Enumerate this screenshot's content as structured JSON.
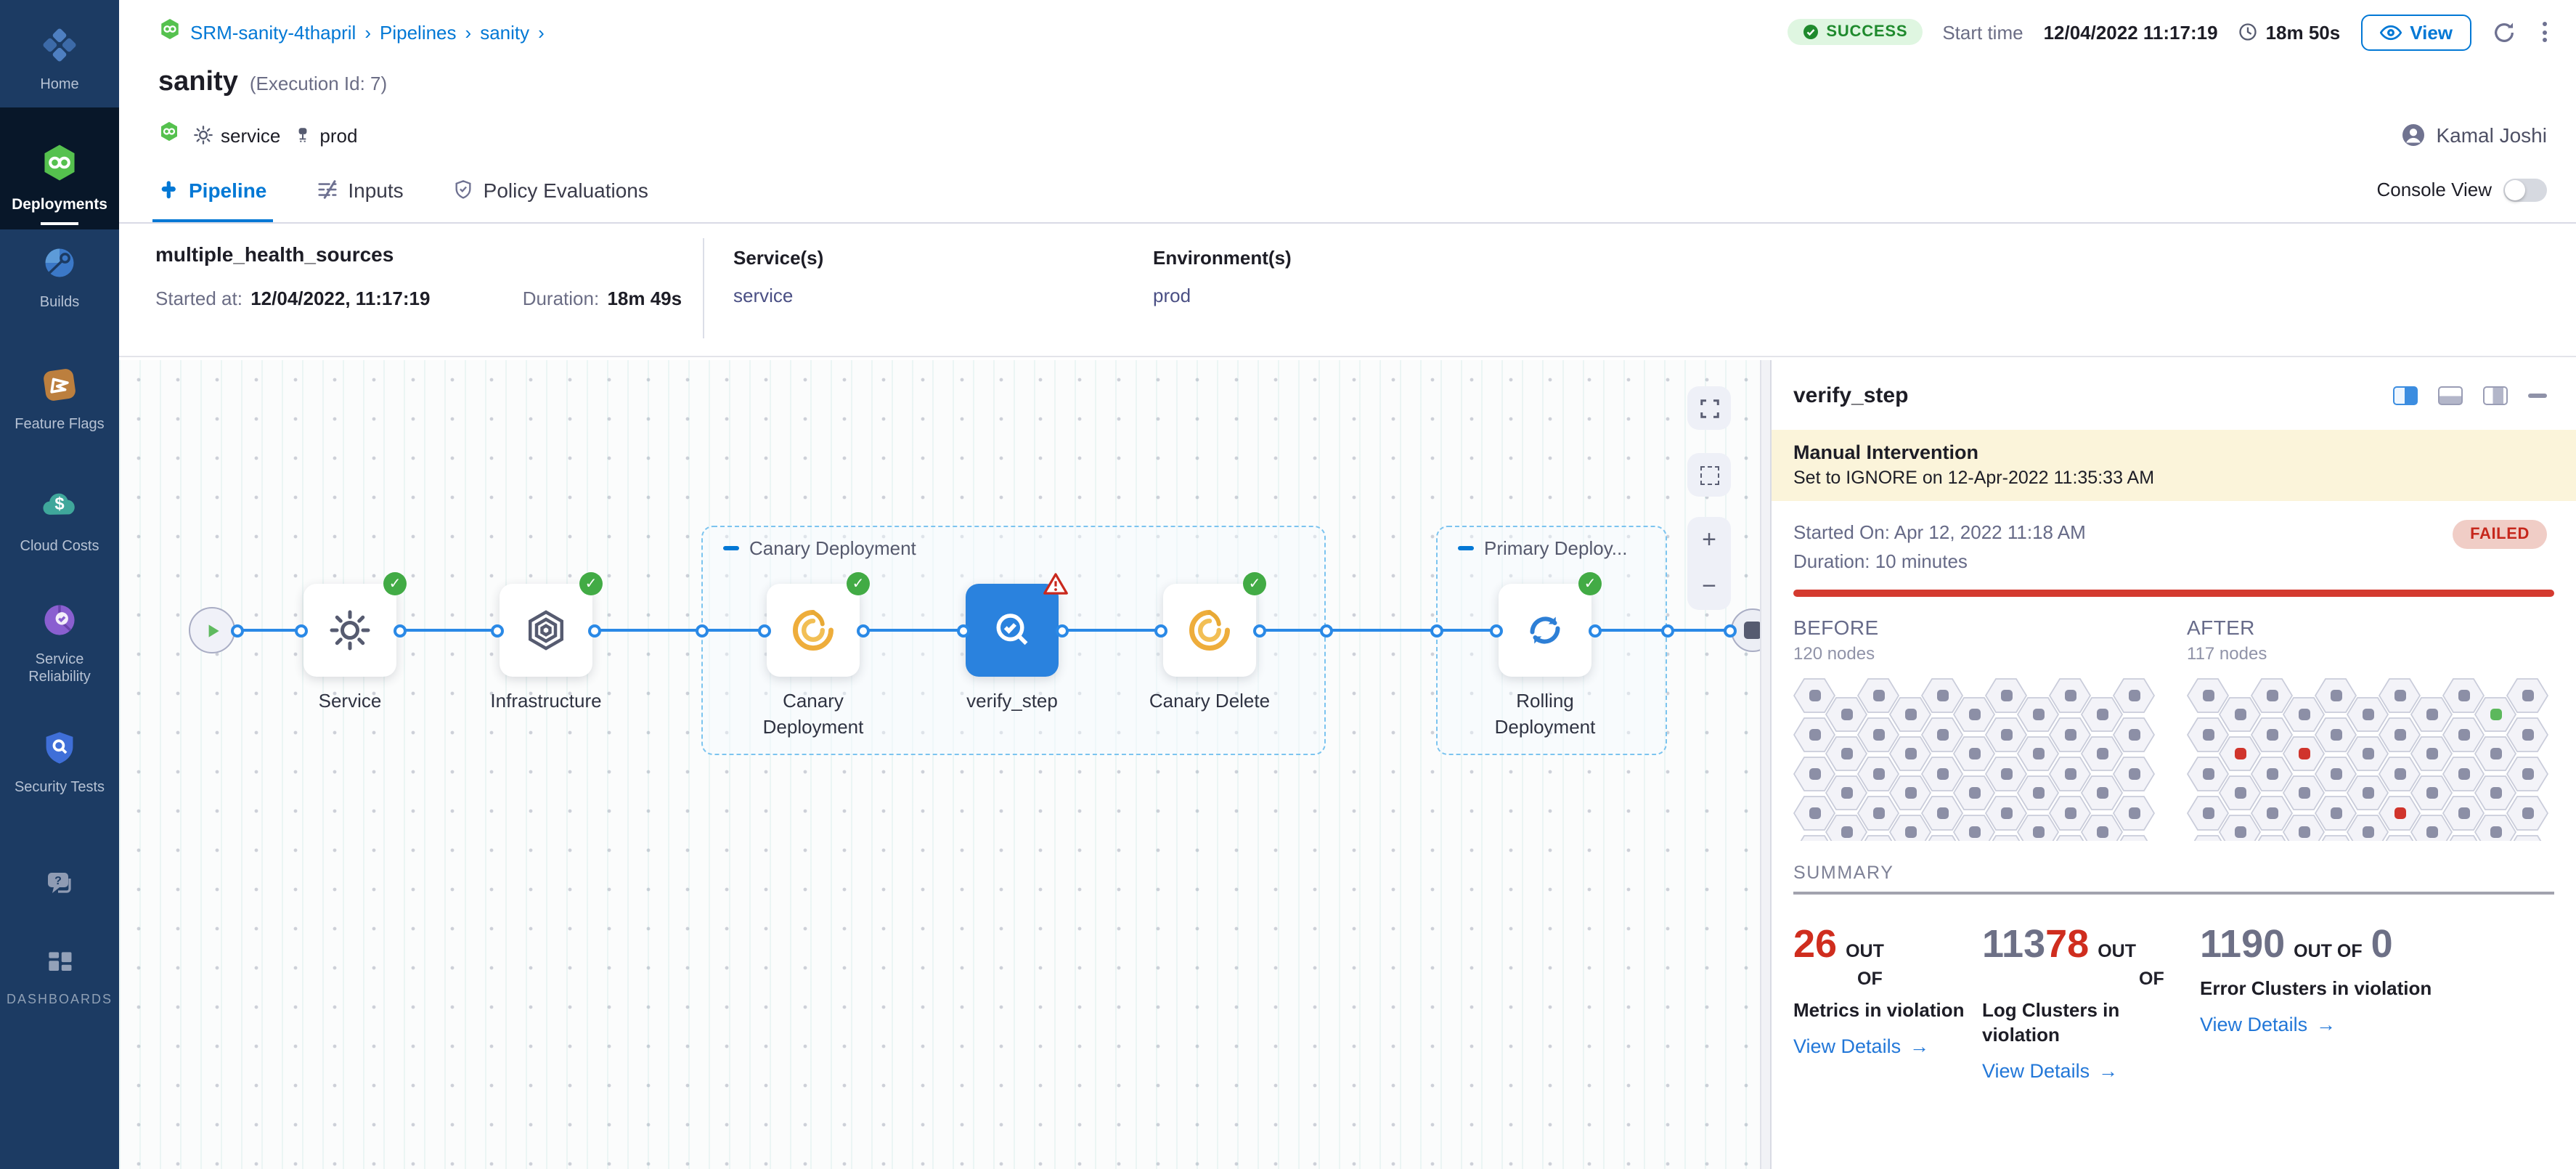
{
  "breadcrumb": {
    "project": "SRM-sanity-4thapril",
    "section": "Pipelines",
    "page": "sanity",
    "sep": "›"
  },
  "status_bar": {
    "status": "SUCCESS",
    "start_time_label": "Start time",
    "start_time": "12/04/2022 11:17:19",
    "duration": "18m 50s",
    "view_label": "View"
  },
  "title": {
    "name": "sanity",
    "execution": "(Execution Id: 7)",
    "service_tag": "service",
    "env_tag": "prod",
    "user": "Kamal Joshi"
  },
  "tabs": {
    "pipeline": "Pipeline",
    "inputs": "Inputs",
    "policy": "Policy Evaluations",
    "console_view": "Console View"
  },
  "stage": {
    "name": "multiple_health_sources",
    "started_label": "Started at:",
    "started": "12/04/2022, 11:17:19",
    "duration_label": "Duration:",
    "duration": "18m 49s",
    "services_label": "Service(s)",
    "service": "service",
    "envs_label": "Environment(s)",
    "env": "prod"
  },
  "sidebar": {
    "items": [
      {
        "label": "Home"
      },
      {
        "label": "Deployments"
      },
      {
        "label": "Builds"
      },
      {
        "label": "Feature Flags"
      },
      {
        "label": "Cloud Costs"
      },
      {
        "label": "Service Reliability"
      },
      {
        "label": "Security Tests"
      },
      {
        "label": ""
      },
      {
        "label": "DASHBOARDS"
      }
    ]
  },
  "pipeline": {
    "groups": [
      {
        "label": "Canary Deployment"
      },
      {
        "label": "Primary Deploy..."
      }
    ],
    "nodes": [
      {
        "label": "Service"
      },
      {
        "label": "Infrastructure"
      },
      {
        "label": "Canary Deployment"
      },
      {
        "label": "verify_step"
      },
      {
        "label": "Canary Delete"
      },
      {
        "label": "Rolling Deployment"
      }
    ]
  },
  "canvas_controls": {
    "zoom_in": "+",
    "zoom_out": "−"
  },
  "panel": {
    "title": "verify_step",
    "banner_title": "Manual Intervention",
    "banner_text": "Set to IGNORE on 12-Apr-2022 11:35:33 AM",
    "started": "Started On: Apr 12, 2022 11:18 AM",
    "duration": "Duration: 10 minutes",
    "failed": "FAILED",
    "summary_heading": "SUMMARY"
  },
  "node_compare": {
    "before": {
      "label": "BEFORE",
      "nodes": "120 nodes",
      "rows": 5,
      "cols": 11,
      "dots": []
    },
    "after": {
      "label": "AFTER",
      "nodes": "117 nodes",
      "rows": 5,
      "cols": 11,
      "dots": [
        {
          "r": 0,
          "c": 9,
          "color": "#5cb85c"
        },
        {
          "r": 1,
          "c": 1,
          "color": "#d0342c"
        },
        {
          "r": 1,
          "c": 3,
          "color": "#d0342c"
        },
        {
          "r": 3,
          "c": 6,
          "color": "#d0342c"
        }
      ]
    }
  },
  "summary": {
    "cards": [
      {
        "num_gray": "",
        "num_red": "26",
        "out1": "OUT",
        "out2": "OF",
        "num_after": "",
        "label": "Metrics in violation",
        "link": "View Details"
      },
      {
        "num_gray": "113",
        "num_red": "78",
        "out1": "OUT",
        "out2": "OF",
        "num_after": "",
        "label": "Log Clusters in violation",
        "link": "View Details"
      },
      {
        "num_gray": "1190",
        "num_red": "",
        "out1": "OUT OF",
        "out2": "",
        "num_after": "0",
        "label": "Error Clusters in violation",
        "link": "View Details"
      }
    ]
  },
  "colors": {
    "accent_blue": "#0278d5",
    "success_green": "#42ab45",
    "fail_red": "#d43a2f",
    "sidebar_navy": "#1c3b63"
  }
}
